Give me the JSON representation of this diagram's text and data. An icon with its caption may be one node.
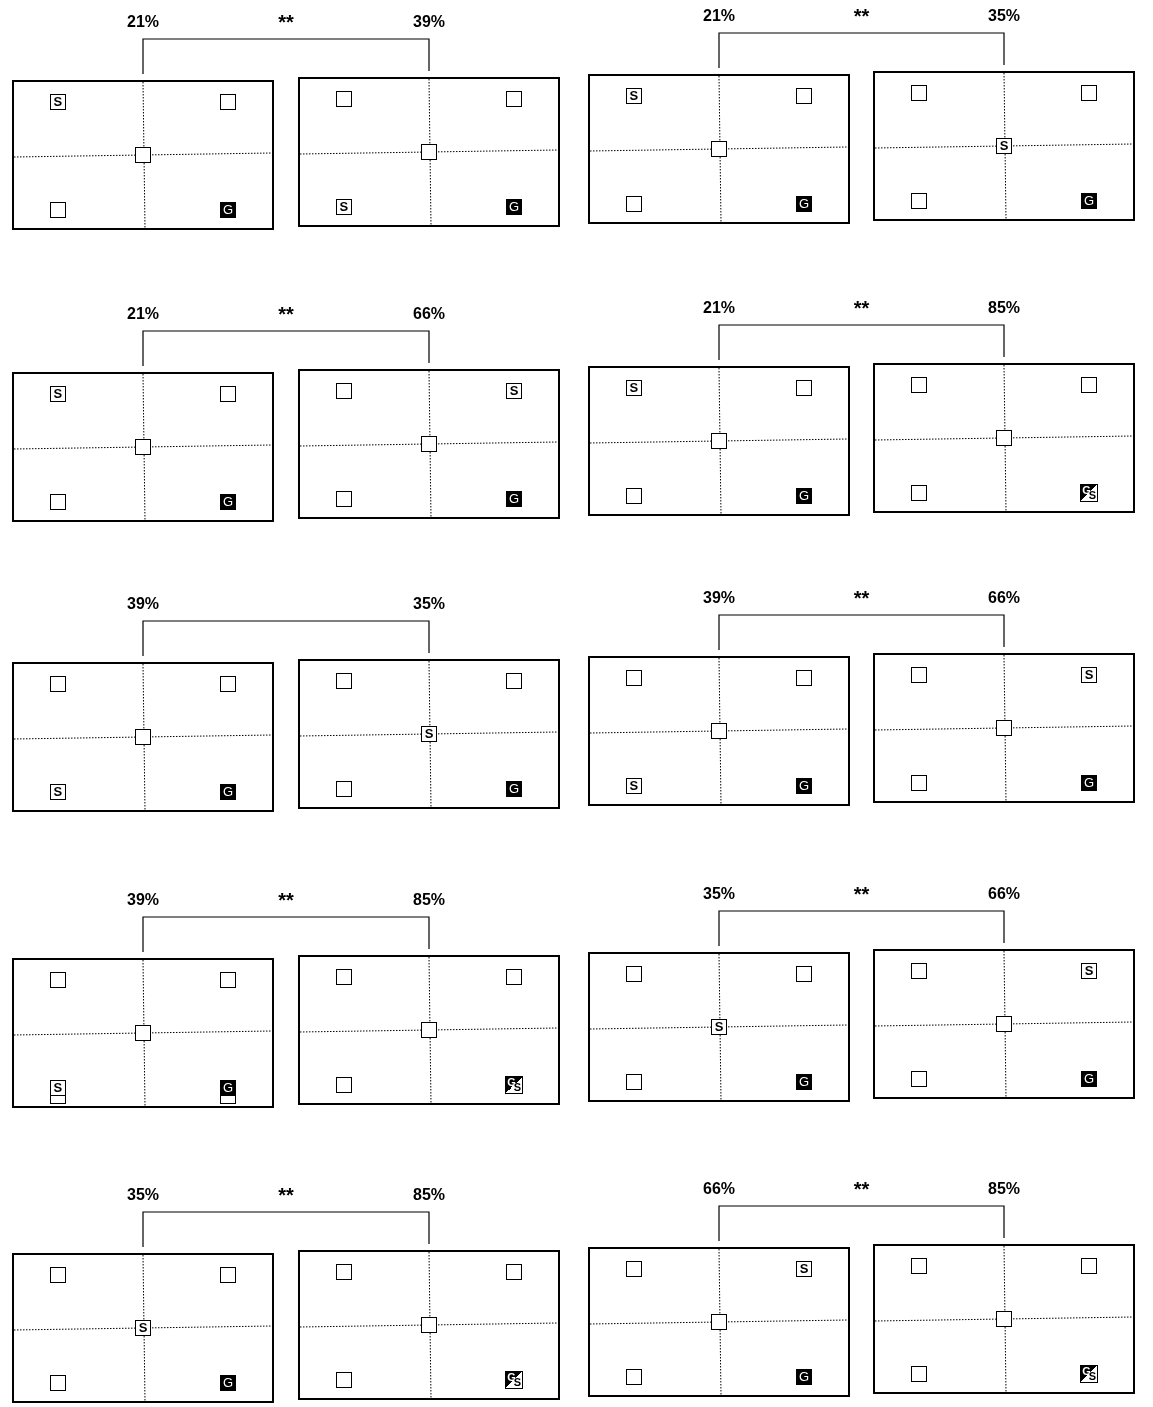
{
  "diagram": {
    "nodes": [
      {
        "text": [],
        "shape": "box"
      },
      {
        "text": [
          "S"
        ],
        "in": 0
      },
      {
        "text": [],
        "shape": "box",
        "in": 0
      },
      {
        "text": [],
        "shape": "box",
        "in": 0
      },
      {
        "text": [],
        "shape": "box",
        "in": 0
      },
      {
        "text": [
          "G"
        ],
        "in": 0
      },
      {
        "text": [],
        "shape": "box"
      },
      {
        "text": [],
        "shape": "box",
        "in": 6
      },
      {
        "text": [],
        "shape": "box",
        "in": 6
      },
      {
        "text": [],
        "shape": "box",
        "in": 6
      },
      {
        "text": [
          "S"
        ],
        "in": 6
      },
      {
        "text": [
          "G"
        ],
        "in": 6
      },
      {
        "text": [],
        "shape": "box"
      },
      {
        "text": [
          "S"
        ],
        "in": 12
      },
      {
        "text": [],
        "shape": "box",
        "in": 12
      },
      {
        "text": [],
        "shape": "box",
        "in": 12
      },
      {
        "text": [],
        "shape": "box",
        "in": 12
      },
      {
        "text": [
          "G"
        ],
        "in": 12
      },
      {
        "text": [],
        "shape": "box"
      },
      {
        "text": [],
        "shape": "box",
        "in": 18
      },
      {
        "text": [],
        "shape": "box",
        "in": 18
      },
      {
        "text": [
          "S"
        ],
        "in": 18
      },
      {
        "text": [],
        "shape": "box",
        "in": 18
      },
      {
        "text": [
          "G"
        ],
        "in": 18
      },
      {
        "text": [],
        "shape": "box"
      },
      {
        "text": [
          "S"
        ],
        "in": 24
      },
      {
        "text": [],
        "shape": "box",
        "in": 24
      },
      {
        "text": [],
        "shape": "box",
        "in": 24
      },
      {
        "text": [],
        "shape": "box",
        "in": 24
      },
      {
        "text": [
          "G"
        ],
        "in": 24
      },
      {
        "text": [],
        "shape": "box"
      },
      {
        "text": [],
        "shape": "box",
        "in": 30
      },
      {
        "text": [
          "S"
        ],
        "in": 30
      },
      {
        "text": [],
        "shape": "box",
        "in": 30
      },
      {
        "text": [],
        "shape": "box",
        "in": 30
      },
      {
        "text": [
          "G"
        ],
        "in": 30
      },
      {
        "text": [],
        "shape": "box"
      },
      {
        "text": [
          "S"
        ],
        "in": 36
      },
      {
        "text": [],
        "shape": "box",
        "in": 36
      },
      {
        "text": [],
        "shape": "box",
        "in": 36
      },
      {
        "text": [],
        "shape": "box",
        "in": 36
      },
      {
        "text": [
          "G"
        ],
        "in": 36
      },
      {
        "text": [],
        "shape": "box"
      },
      {
        "text": [],
        "shape": "box",
        "in": 42
      },
      {
        "text": [],
        "shape": "box",
        "in": 42
      },
      {
        "text": [],
        "shape": "box",
        "in": 42
      },
      {
        "text": [],
        "shape": "box",
        "in": 42
      },
      {
        "text": [
          "G",
          "S"
        ],
        "in": 42
      },
      {
        "text": [],
        "shape": "box"
      },
      {
        "text": [],
        "shape": "box",
        "in": 48
      },
      {
        "text": [],
        "shape": "box",
        "in": 48
      },
      {
        "text": [],
        "shape": "box",
        "in": 48
      },
      {
        "text": [
          "S"
        ],
        "in": 48
      },
      {
        "text": [
          "G"
        ],
        "in": 48
      },
      {
        "text": [],
        "shape": "box"
      },
      {
        "text": [],
        "shape": "box",
        "in": 54
      },
      {
        "text": [],
        "shape": "box",
        "in": 54
      },
      {
        "text": [
          "S"
        ],
        "in": 54
      },
      {
        "text": [],
        "shape": "box",
        "in": 54
      },
      {
        "text": [
          "G"
        ],
        "in": 54
      },
      {
        "text": [],
        "shape": "box"
      },
      {
        "text": [],
        "shape": "box",
        "in": 60
      },
      {
        "text": [],
        "shape": "box",
        "in": 60
      },
      {
        "text": [],
        "shape": "box",
        "in": 60
      },
      {
        "text": [
          "S"
        ],
        "in": 60
      },
      {
        "text": [
          "G"
        ],
        "in": 60
      },
      {
        "text": [],
        "shape": "box"
      },
      {
        "text": [],
        "shape": "box",
        "in": 66
      },
      {
        "text": [
          "S"
        ],
        "in": 66
      },
      {
        "text": [],
        "shape": "box",
        "in": 66
      },
      {
        "text": [],
        "shape": "box",
        "in": 66
      },
      {
        "text": [
          "G"
        ],
        "in": 66
      },
      {
        "text": [],
        "shape": "box"
      },
      {
        "text": [],
        "shape": "box",
        "in": 72
      },
      {
        "text": [],
        "shape": "box",
        "in": 72
      },
      {
        "text": [],
        "shape": "box",
        "in": 72
      },
      {
        "text": [
          "S"
        ],
        "in": 72
      },
      {
        "text": [],
        "shape": "box",
        "in": 72
      },
      {
        "text": [
          "G"
        ],
        "in": 72
      },
      {
        "text": [],
        "shape": "box",
        "in": 72
      },
      {
        "text": [],
        "shape": "box"
      },
      {
        "text": [],
        "shape": "box",
        "in": 80
      },
      {
        "text": [],
        "shape": "box",
        "in": 80
      },
      {
        "text": [],
        "shape": "box",
        "in": 80
      },
      {
        "text": [],
        "shape": "box",
        "in": 80
      },
      {
        "text": [
          "G",
          "S"
        ],
        "in": 80
      },
      {
        "text": [],
        "shape": "box"
      },
      {
        "text": [],
        "shape": "box",
        "in": 86
      },
      {
        "text": [],
        "shape": "box",
        "in": 86
      },
      {
        "text": [
          "S"
        ],
        "in": 86
      },
      {
        "text": [],
        "shape": "box",
        "in": 86
      },
      {
        "text": [
          "G"
        ],
        "in": 86
      },
      {
        "text": [],
        "shape": "box"
      },
      {
        "text": [],
        "shape": "box",
        "in": 92
      },
      {
        "text": [
          "S"
        ],
        "in": 92
      },
      {
        "text": [],
        "shape": "box",
        "in": 92
      },
      {
        "text": [],
        "shape": "box",
        "in": 92
      },
      {
        "text": [
          "G"
        ],
        "in": 92
      },
      {
        "text": [],
        "shape": "box"
      },
      {
        "text": [],
        "shape": "box",
        "in": 98
      },
      {
        "text": [],
        "shape": "box",
        "in": 98
      },
      {
        "text": [
          "S"
        ],
        "in": 98
      },
      {
        "text": [],
        "shape": "box",
        "in": 98
      },
      {
        "text": [
          "G"
        ],
        "in": 98
      },
      {
        "text": [],
        "shape": "box"
      },
      {
        "text": [],
        "shape": "box",
        "in": 104
      },
      {
        "text": [],
        "shape": "box",
        "in": 104
      },
      {
        "text": [],
        "shape": "box",
        "in": 104
      },
      {
        "text": [],
        "shape": "box",
        "in": 104
      },
      {
        "text": [
          "G",
          "S"
        ],
        "in": 104
      },
      {
        "text": [],
        "shape": "box"
      },
      {
        "text": [],
        "shape": "box",
        "in": 110
      },
      {
        "text": [
          "S"
        ],
        "in": 110
      },
      {
        "text": [],
        "shape": "box",
        "in": 110
      },
      {
        "text": [],
        "shape": "box",
        "in": 110
      },
      {
        "text": [
          "G"
        ],
        "in": 110
      },
      {
        "text": [],
        "shape": "box"
      },
      {
        "text": [],
        "shape": "box",
        "in": 116
      },
      {
        "text": [],
        "shape": "box",
        "in": 116
      },
      {
        "text": [],
        "shape": "box",
        "in": 116
      },
      {
        "text": [],
        "shape": "box",
        "in": 116
      },
      {
        "text": [
          "G",
          "S"
        ],
        "in": 116
      }
    ],
    "labels": [
      "21%",
      "**",
      "39%",
      "21%",
      "**",
      "35%",
      "21%",
      "**",
      "66%",
      "21%",
      "**",
      "85%",
      "39%",
      "35%",
      "39%",
      "**",
      "66%",
      "39%",
      "**",
      "85%",
      "35%",
      "**",
      "66%",
      "35%",
      "**",
      "85%",
      "66%",
      "**",
      "85%"
    ]
  }
}
